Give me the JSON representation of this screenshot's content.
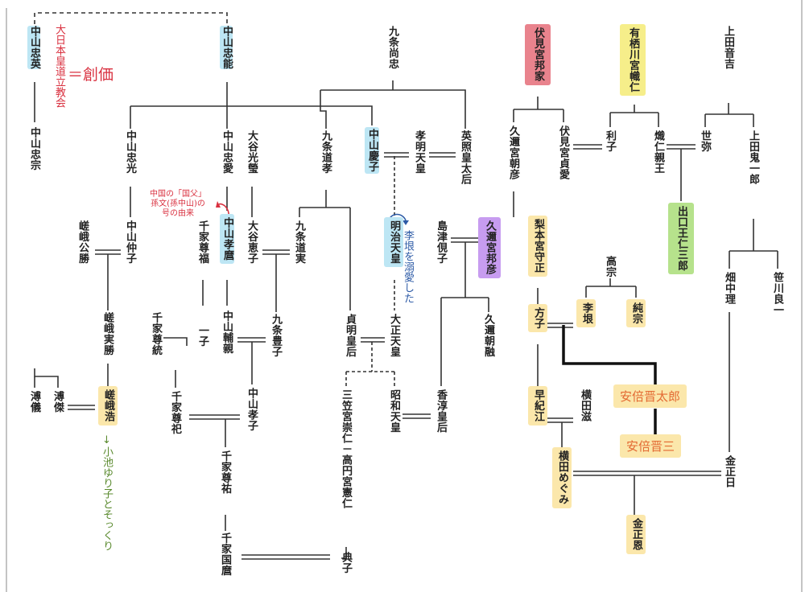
{
  "people": [
    {
      "id": "nakayama_tadafusa",
      "label": "中山忠英",
      "style": "blue"
    },
    {
      "id": "nakayama_tadamune",
      "label": "中山忠宗",
      "style": "plain"
    },
    {
      "id": "nakayama_tadayasu",
      "label": "中山忠能",
      "style": "blue"
    },
    {
      "id": "kujo_hisatada",
      "label": "九条尚忠",
      "style": "plain"
    },
    {
      "id": "fushimi_kuniie",
      "label": "伏見宮邦家",
      "style": "pink"
    },
    {
      "id": "arisugawa",
      "label": "有栖川宮幟仁",
      "style": "lemon"
    },
    {
      "id": "ueda_otokichi",
      "label": "上田音吉",
      "style": "plain"
    },
    {
      "id": "nakayama_tadamitsu",
      "label": "中山忠光",
      "style": "plain"
    },
    {
      "id": "nakayama_tadanaru",
      "label": "中山忠愛",
      "style": "plain"
    },
    {
      "id": "otani_kozui",
      "label": "大谷光瑩",
      "style": "plain"
    },
    {
      "id": "kujo_michitaka",
      "label": "九条道孝",
      "style": "plain"
    },
    {
      "id": "nakayama_yoshiko",
      "label": "中山慶子",
      "style": "blue"
    },
    {
      "id": "komei",
      "label": "孝明天皇",
      "style": "plain"
    },
    {
      "id": "eisho",
      "label": "英照皇太后",
      "style": "plain"
    },
    {
      "id": "kuni_asahiko",
      "label": "久邇宮朝彦",
      "style": "plain"
    },
    {
      "id": "fushimi_sadanaru",
      "label": "伏見宮貞愛",
      "style": "plain"
    },
    {
      "id": "toshiko",
      "label": "利子",
      "style": "plain"
    },
    {
      "id": "takahito",
      "label": "熾仁親王",
      "style": "plain"
    },
    {
      "id": "seya",
      "label": "世弥",
      "style": "plain"
    },
    {
      "id": "ueda_kiichiro",
      "label": "上田鬼一郎",
      "style": "plain"
    },
    {
      "id": "deguchi",
      "label": "出口王仁三郎",
      "style": "green"
    },
    {
      "id": "nakayama_nakako",
      "label": "中山仲子",
      "style": "plain"
    },
    {
      "id": "saga_kinhide",
      "label": "嵯峨公勝",
      "style": "plain"
    },
    {
      "id": "sen_sohuku",
      "label": "千家尊福",
      "style": "plain"
    },
    {
      "id": "nakayama_takamaro",
      "label": "中山孝麿",
      "style": "blue"
    },
    {
      "id": "otani_eko",
      "label": "大谷恵子",
      "style": "plain"
    },
    {
      "id": "kujo_michizane",
      "label": "九条道実",
      "style": "plain"
    },
    {
      "id": "meiji",
      "label": "明治天皇",
      "style": "blue"
    },
    {
      "id": "shimazu_chikako",
      "label": "島津俔子",
      "style": "plain"
    },
    {
      "id": "kuni_kuniyoshi",
      "label": "久邇宮邦彦",
      "style": "purple"
    },
    {
      "id": "nashimoto",
      "label": "梨本宮守正",
      "style": "yellow"
    },
    {
      "id": "takamune",
      "label": "高宗",
      "style": "plain"
    },
    {
      "id": "hata_nakari",
      "label": "畑中理",
      "style": "plain"
    },
    {
      "id": "sasakawa",
      "label": "笹川良一",
      "style": "plain"
    },
    {
      "id": "saga_sanekatsu",
      "label": "嵯峨実勝",
      "style": "plain"
    },
    {
      "id": "sen_sonori",
      "label": "千家尊統",
      "style": "plain"
    },
    {
      "id": "ichiko",
      "label": "一子",
      "style": "plain"
    },
    {
      "id": "nakayama_sukechika",
      "label": "中山輔親",
      "style": "plain"
    },
    {
      "id": "kujo_toyoko",
      "label": "九条豊子",
      "style": "plain"
    },
    {
      "id": "teimei",
      "label": "貞明皇后",
      "style": "plain"
    },
    {
      "id": "taisho",
      "label": "大正天皇",
      "style": "plain"
    },
    {
      "id": "kuni_asaakira",
      "label": "久邇朝融",
      "style": "plain"
    },
    {
      "id": "masako",
      "label": "方子",
      "style": "yellow"
    },
    {
      "id": "ri_gin",
      "label": "李垠",
      "style": "yellow"
    },
    {
      "id": "junso",
      "label": "純宗",
      "style": "yellow"
    },
    {
      "id": "fugi",
      "label": "溥儀",
      "style": "plain"
    },
    {
      "id": "fuketsu",
      "label": "溥傑",
      "style": "plain"
    },
    {
      "id": "saga_hiro",
      "label": "嵯峨浩",
      "style": "yellow"
    },
    {
      "id": "sen_takanori",
      "label": "千家尊祀",
      "style": "plain"
    },
    {
      "id": "nakayama_takako",
      "label": "中山孝子",
      "style": "plain"
    },
    {
      "id": "mikasa_takamado",
      "label": "三笠宮崇仁－高円宮憲仁",
      "style": "plain"
    },
    {
      "id": "showa",
      "label": "昭和天皇",
      "style": "plain"
    },
    {
      "id": "kojun",
      "label": "香淳皇后",
      "style": "plain"
    },
    {
      "id": "sanae",
      "label": "早紀江",
      "style": "yellow"
    },
    {
      "id": "yokota_shigeru",
      "label": "横田滋",
      "style": "plain"
    },
    {
      "id": "yokota_megumi",
      "label": "横田めぐみ",
      "style": "yellow"
    },
    {
      "id": "kim_jongil",
      "label": "金正日",
      "style": "plain"
    },
    {
      "id": "sen_takamasa",
      "label": "千家尊祐",
      "style": "plain"
    },
    {
      "id": "sen_kunimaro",
      "label": "千家国麿",
      "style": "plain"
    },
    {
      "id": "noriko",
      "label": "典子",
      "style": "plain"
    },
    {
      "id": "kim_jongun",
      "label": "金正恩",
      "style": "yellow"
    }
  ],
  "boxed": [
    {
      "id": "abe_shintaro",
      "label": "安倍晋太郎"
    },
    {
      "id": "abe_shinzo",
      "label": "安倍晋三"
    }
  ],
  "notes": {
    "daihon": "大日本皇道立教会",
    "sokka": "＝創価",
    "sonbun": "中国の「国父」\n孫文(孫中山)の\n号の由来",
    "rigin": "李垠を溺愛した",
    "koike": "↓小池ゆり子とそっくり"
  },
  "colors": {
    "blue": "#bde6f4",
    "yellow": "#fbe7ab",
    "pink": "#e9838d",
    "lemon": "#f6ee8a",
    "purple": "#c79cf0",
    "green": "#b6e28c",
    "note_red": "#d9303f",
    "note_blue": "#2c5aa6",
    "note_green": "#5a8a2e"
  }
}
